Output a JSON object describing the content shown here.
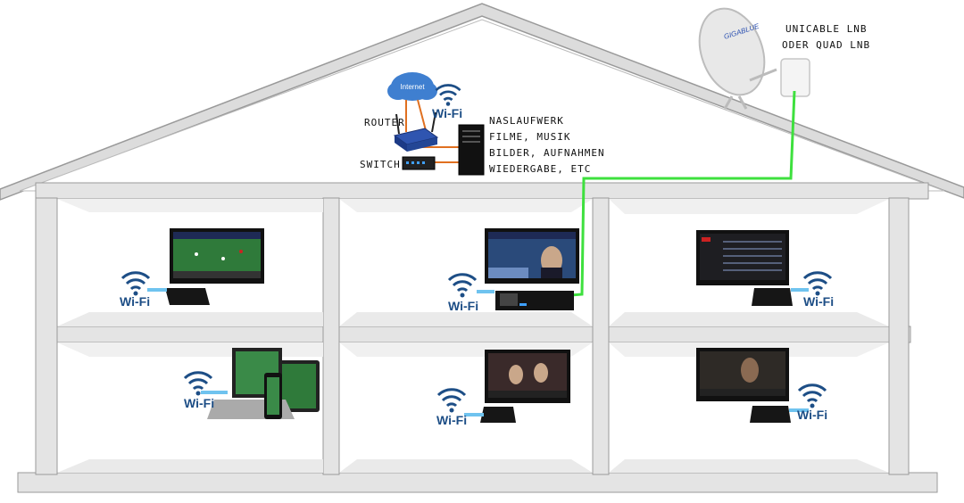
{
  "satellite": {
    "dish_brand": "GIGABLUE",
    "lnb_label_line1": "UNICABLE LNB",
    "lnb_label_line2": "ODER QUAD LNB"
  },
  "network": {
    "cloud_label": "Internet",
    "wifi_label": "Wi-Fi",
    "router_label": "ROUTER",
    "switch_label": "SWITCH",
    "nas_line1": "NASLAUFWERK",
    "nas_line2": "FILME, MUSIK",
    "nas_line3": "BILDER, AUFNAHMEN",
    "nas_line4": "WIEDERGABE, ETC"
  },
  "rooms": {
    "wifi_label": "Wi-Fi"
  },
  "colors": {
    "coax_cable": "#3ee03e",
    "wifi_link": "#6fc3ef",
    "wifi_text": "#1d4e86",
    "house_wall": "#e4e4e4",
    "house_outline": "#9a9a9a"
  }
}
